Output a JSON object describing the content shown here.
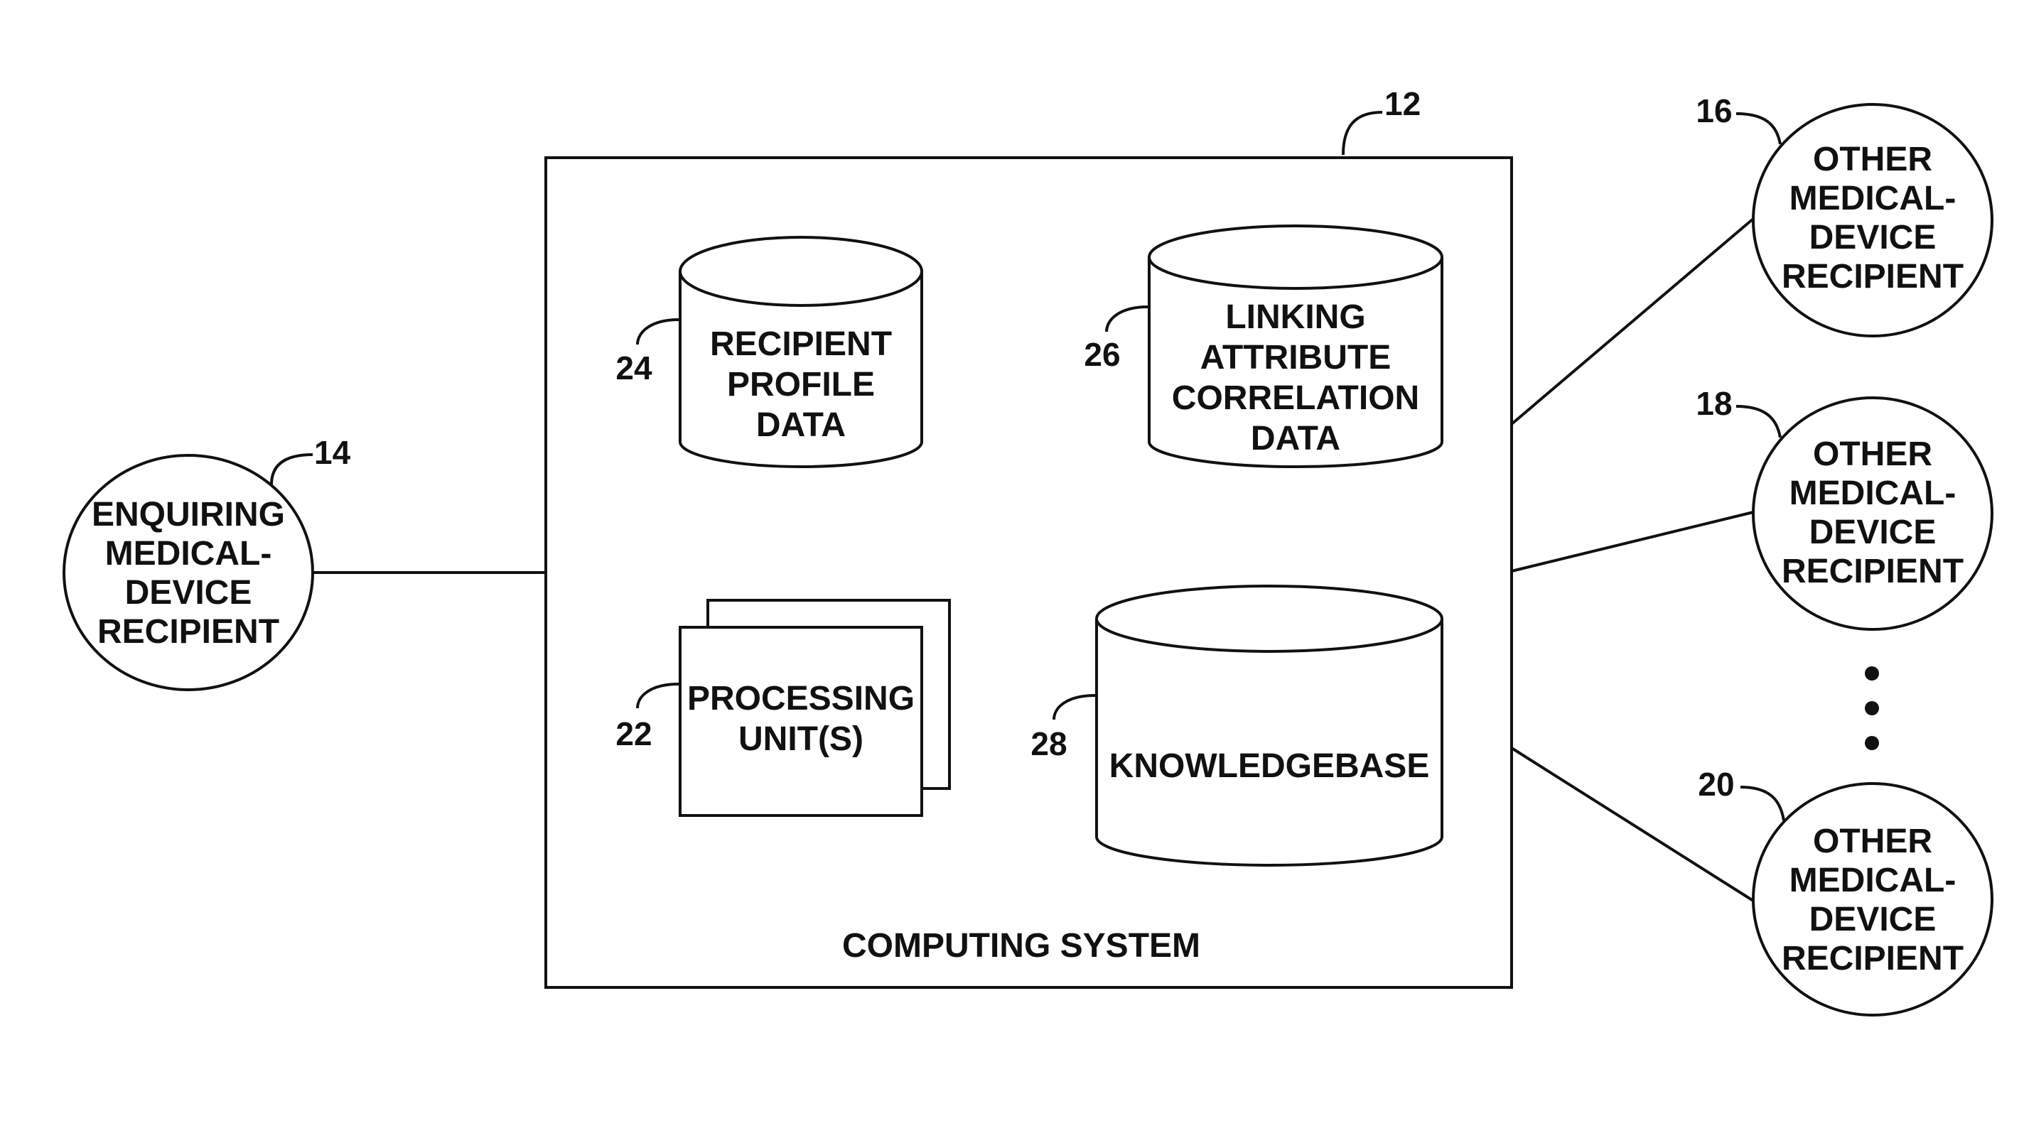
{
  "computing_system": {
    "ref": "12",
    "label": "COMPUTING SYSTEM"
  },
  "enquiring_recipient": {
    "ref": "14",
    "lines": [
      "ENQUIRING",
      "MEDICAL-",
      "DEVICE",
      "RECIPIENT"
    ]
  },
  "other_recipients": [
    {
      "ref": "16",
      "lines": [
        "OTHER",
        "MEDICAL-",
        "DEVICE",
        "RECIPIENT"
      ]
    },
    {
      "ref": "18",
      "lines": [
        "OTHER",
        "MEDICAL-",
        "DEVICE",
        "RECIPIENT"
      ]
    },
    {
      "ref": "20",
      "lines": [
        "OTHER",
        "MEDICAL-",
        "DEVICE",
        "RECIPIENT"
      ]
    }
  ],
  "recipient_profile_data": {
    "ref": "24",
    "lines": [
      "RECIPIENT",
      "PROFILE",
      "DATA"
    ]
  },
  "linking_attribute_data": {
    "ref": "26",
    "lines": [
      "LINKING",
      "ATTRIBUTE",
      "CORRELATION",
      "DATA"
    ]
  },
  "processing_units": {
    "ref": "22",
    "lines": [
      "PROCESSING",
      "UNIT(S)"
    ]
  },
  "knowledgebase": {
    "ref": "28",
    "label": "KNOWLEDGEBASE"
  }
}
